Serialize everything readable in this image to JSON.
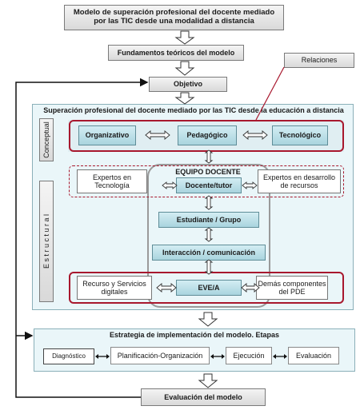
{
  "top_title": "Modelo de superación profesional del docente mediado por las TIC desde una modalidad a distancia",
  "fundamentos": "Fundamentos teóricos del modelo",
  "relaciones": "Relaciones",
  "objetivo": "Objetivo",
  "section_title": "Superación profesional del docente mediado por las TIC desde la educación a distancia",
  "conceptual": {
    "label": "Conceptual",
    "organizativo": "Organizativo",
    "pedagogico": "Pedagógico",
    "tecnologico": "Tecnológico"
  },
  "estructural": {
    "label": "E s t r u c t u r a l",
    "equipo_docente": "EQUIPO DOCENTE",
    "expertos_tecnologia": "Expertos en Tecnología",
    "docente_tutor": "Docente/tutor",
    "expertos_recursos": "Expertos en desarrollo de recursos",
    "estudiante_grupo": "Estudiante / Grupo",
    "interaccion": "Interacción / comunicación",
    "recurso_servicios": "Recurso y Servicios digitales",
    "eve": "EVE/A",
    "demas_componentes": "Demás componentes del PDE"
  },
  "estrategia": {
    "title": "Estrategia de implementación del modelo. Etapas",
    "diagnostico": "Diagnóstico",
    "planificacion": "Planificación-Organización",
    "ejecucion": "Ejecución",
    "evaluacion": "Evaluación"
  },
  "evaluacion_modelo": "Evaluación del modelo"
}
